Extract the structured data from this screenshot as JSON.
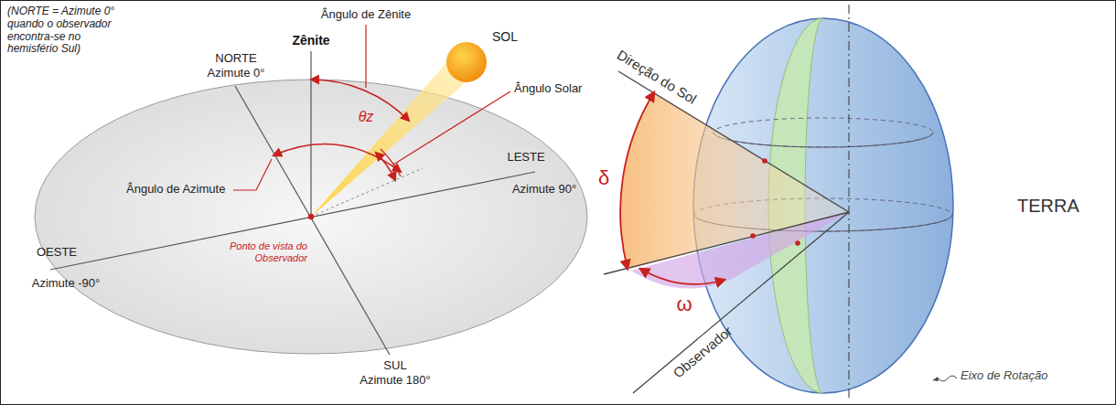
{
  "diagram": {
    "labels": [
      "(NORTE = Azimute 0° quando o observador encontra-se no hemisfério Sul)",
      "Ângulo de Zênite",
      "Zênite",
      "NORTE",
      "Azimute 0°",
      "SOL",
      "θz",
      "Ângulo Solar",
      "LESTE",
      "Azimute 90°",
      "Ângulo de Azimute",
      "OESTE",
      "Azimute -90°",
      "Ponto de vista do Observador",
      "SUL",
      "Azimute 180°",
      "Direção do Sol",
      "δ",
      "ω",
      "Observador",
      "TERRA",
      "Eixo de Rotação"
    ]
  }
}
